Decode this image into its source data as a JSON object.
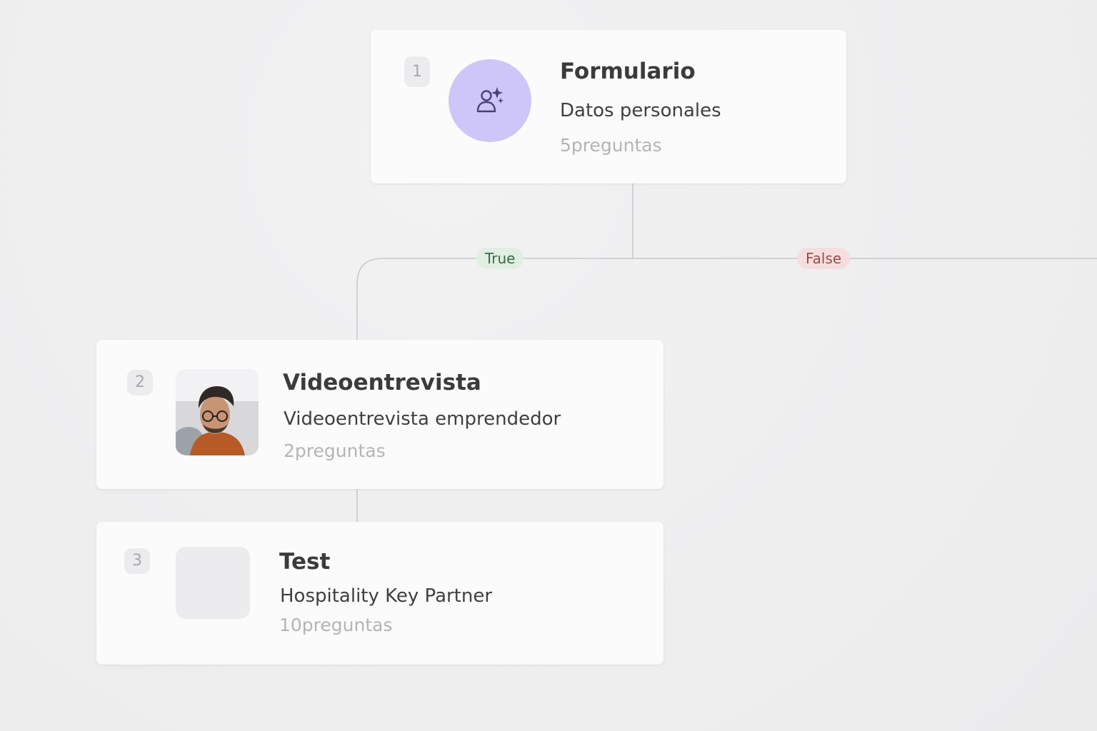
{
  "colors": {
    "background": "#efeff0",
    "card": "#fbfbfb",
    "connector": "#c7c7ca",
    "form_avatar": "#cec6f8",
    "form_icon": "#4b3f78",
    "true_badge_bg": "#e1eee2",
    "true_badge_text": "#3c6a43",
    "false_badge_bg": "#f6dede",
    "false_badge_text": "#9a4c4c"
  },
  "branches": {
    "true_label": "True",
    "false_label": "False"
  },
  "steps": [
    {
      "number": "1",
      "icon": "user-sparkle-icon",
      "title": "Formulario",
      "subtitle": "Datos personales",
      "meta": "5preguntas"
    },
    {
      "number": "2",
      "icon": "video-thumbnail",
      "title": "Videoentrevista",
      "subtitle": "Videoentrevista emprendedor",
      "meta": "2preguntas"
    },
    {
      "number": "3",
      "icon": "blank-thumbnail",
      "title": "Test",
      "subtitle": "Hospitality Key Partner",
      "meta": "10preguntas"
    }
  ]
}
